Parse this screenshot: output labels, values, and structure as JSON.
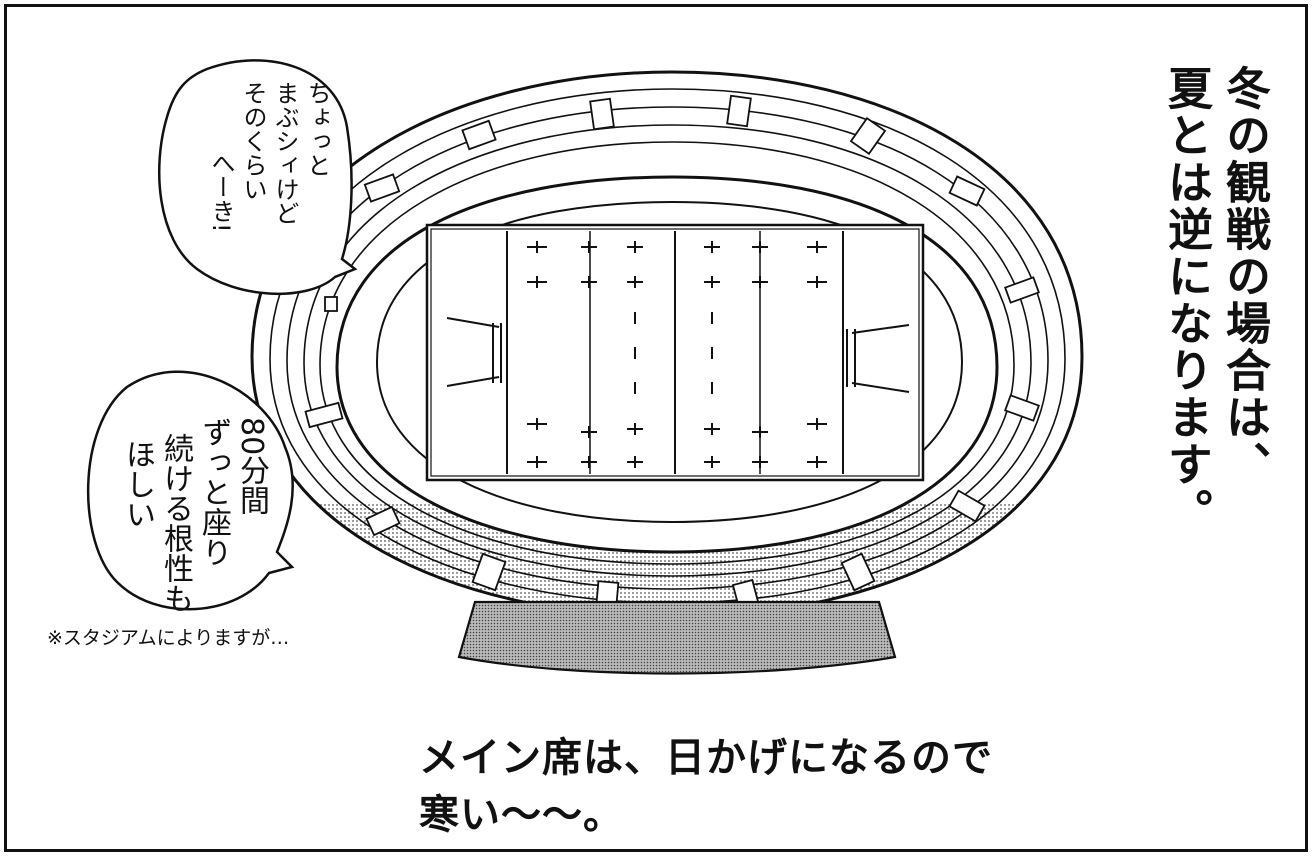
{
  "narration": {
    "lines": [
      "冬の観戦の場合は、",
      "夏とは逆になります。"
    ]
  },
  "bubble_top": {
    "lines": [
      "ちょっと",
      "まぶシィけど",
      "そのくらい",
      "へーき!"
    ]
  },
  "bubble_left": {
    "lines": [
      "80分間",
      "ずっと座り",
      "続ける根性も",
      "ほしい"
    ]
  },
  "footnote": {
    "text": "※スタジアムによりますが…"
  },
  "caption": {
    "lines": [
      "メイン席は、日かげになるので",
      "寒い〜〜。"
    ]
  },
  "colors": {
    "ink": "#111111",
    "paper": "#ffffff",
    "shade": "#9a9a9a"
  }
}
